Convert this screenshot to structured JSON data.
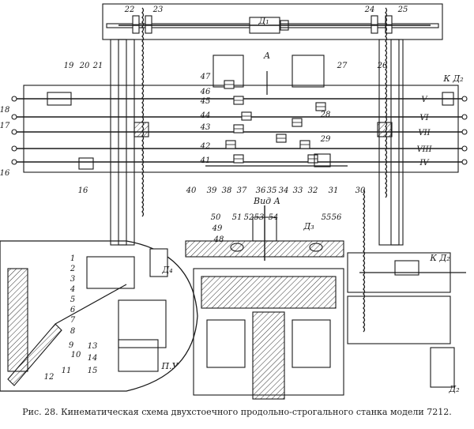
{
  "caption": "Рис. 28. Кинематическая схема двухстоечного продольно-строгального станка модели 7212.",
  "motors": {
    "d1": "Д₁",
    "d2_top": "К Д₂",
    "d2_mid": "К Д₂",
    "d2_bottom": "Д₂",
    "d3": "Д₃",
    "d4": "Д₄",
    "pu": "П.У"
  },
  "views": {
    "a_arrow": "А",
    "vid_a": "Вид А"
  },
  "shaft_roman": [
    "V",
    "VI",
    "VII",
    "VIII",
    "IV"
  ],
  "part_numbers": {
    "top": [
      "22",
      "23",
      "24",
      "25"
    ],
    "upper_left": [
      "19",
      "20",
      "21",
      "18",
      "17",
      "16"
    ],
    "right": [
      "27",
      "26",
      "28",
      "29",
      "31",
      "30"
    ],
    "center": [
      "47",
      "46",
      "45",
      "44",
      "43",
      "42",
      "41"
    ],
    "bottom_row": [
      "39",
      "38",
      "37",
      "36",
      "35",
      "34",
      "33",
      "32"
    ],
    "left_low": [
      "16",
      "40"
    ],
    "vid_a": [
      "50",
      "51",
      "52",
      "53",
      "54",
      "55",
      "56",
      "49",
      "48"
    ],
    "inset": [
      "1",
      "2",
      "3",
      "4",
      "5",
      "6",
      "7",
      "8",
      "9",
      "10",
      "11",
      "12",
      "13",
      "14",
      "15"
    ]
  }
}
